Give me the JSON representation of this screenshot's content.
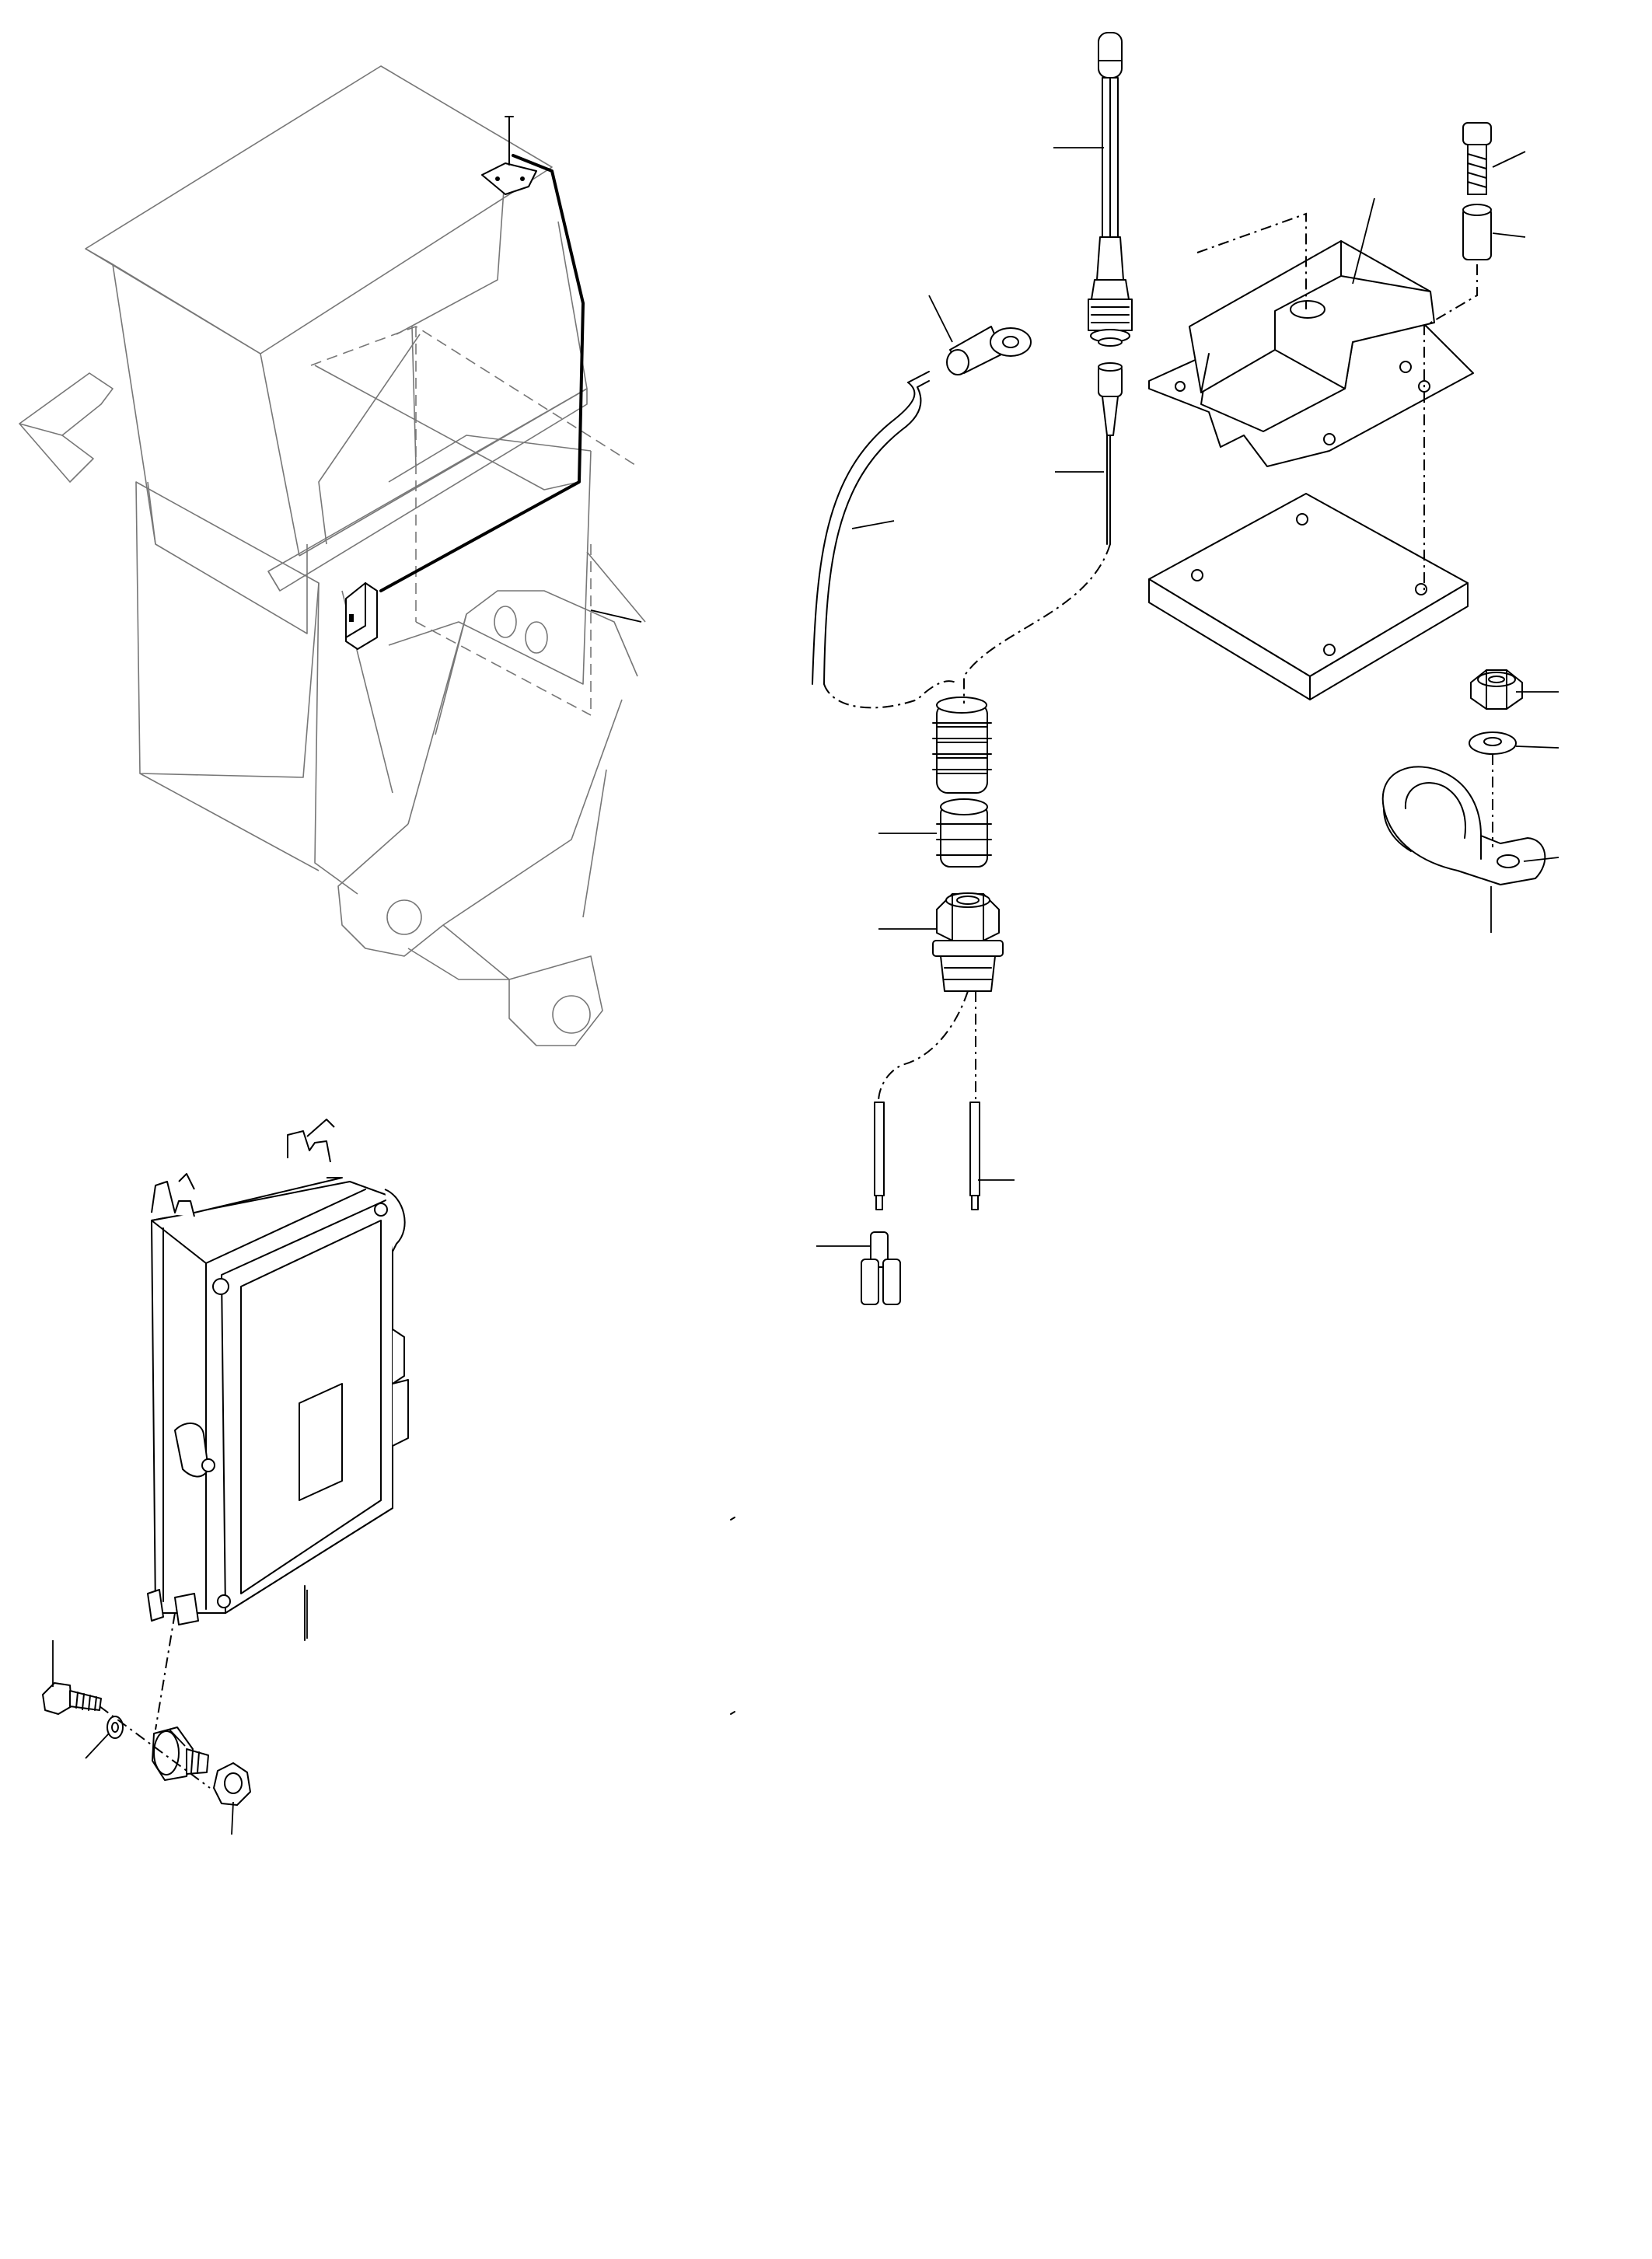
{
  "figure": {
    "type": "exploded-parts-diagram",
    "callout_numbers_printed": false,
    "background": "#ffffff",
    "line_color": "#000000",
    "ghost_line_color": "#777777"
  },
  "parts": [
    {
      "id": "machine-cab-ghost"
    },
    {
      "id": "antenna"
    },
    {
      "id": "antenna-coax-plug"
    },
    {
      "id": "antenna-bracket"
    },
    {
      "id": "mounting-plate"
    },
    {
      "id": "bracket-bolt"
    },
    {
      "id": "spacer-sleeve"
    },
    {
      "id": "ring-cable-lug"
    },
    {
      "id": "ground-wire"
    },
    {
      "id": "cable-seal-upper"
    },
    {
      "id": "cable-seal-lower"
    },
    {
      "id": "cable-gland"
    },
    {
      "id": "wire-end-left"
    },
    {
      "id": "wire-end-right"
    },
    {
      "id": "butt-connector"
    },
    {
      "id": "lock-nut"
    },
    {
      "id": "flat-washer"
    },
    {
      "id": "cable-clamp"
    },
    {
      "id": "control-unit"
    },
    {
      "id": "mounting-bolt"
    },
    {
      "id": "washer-small"
    },
    {
      "id": "rubber-mount"
    },
    {
      "id": "hex-nut"
    }
  ]
}
